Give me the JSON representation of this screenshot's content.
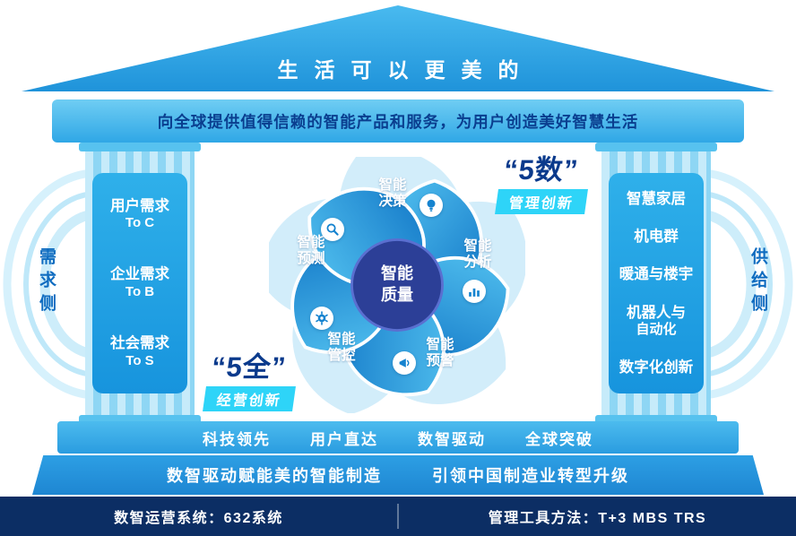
{
  "roof": {
    "title": "生活可以更美的"
  },
  "entablature": {
    "text": "向全球提供值得信赖的智能产品和服务，为用户创造美好智慧生活"
  },
  "demand_side": {
    "label": "需求侧",
    "pillar_items": [
      {
        "line1": "用户需求",
        "line2": "To C"
      },
      {
        "line1": "企业需求",
        "line2": "To B"
      },
      {
        "line1": "社会需求",
        "line2": "To S"
      }
    ]
  },
  "supply_side": {
    "label": "供给侧",
    "pillar_items": [
      {
        "line1": "智慧家居",
        "line2": ""
      },
      {
        "line1": "机电群",
        "line2": ""
      },
      {
        "line1": "暖通与楼宇",
        "line2": ""
      },
      {
        "line1": "机器人与",
        "line2": "自动化"
      },
      {
        "line1": "数字化创新",
        "line2": ""
      }
    ]
  },
  "pinwheel": {
    "center": {
      "line1": "智能",
      "line2": "质量"
    },
    "blades": [
      {
        "line1": "智能",
        "line2": "决策",
        "icon": "bulb-icon"
      },
      {
        "line1": "智能",
        "line2": "分析",
        "icon": "chart-icon"
      },
      {
        "line1": "智能",
        "line2": "预警",
        "icon": "megaphone-icon"
      },
      {
        "line1": "智能",
        "line2": "管控",
        "icon": "gear-icon"
      },
      {
        "line1": "智能",
        "line2": "预测",
        "icon": "magnifier-icon"
      }
    ]
  },
  "badges": {
    "five_shu": {
      "title": "“5数”",
      "subtitle": "管理创新"
    },
    "five_quan": {
      "title": "“5全”",
      "subtitle": "经营创新"
    }
  },
  "stylobate": {
    "items": [
      "科技领先",
      "用户直达",
      "数智驱动",
      "全球突破"
    ]
  },
  "platform": {
    "left": "数智驱动赋能美的智能制造",
    "right": "引领中国制造业转型升级"
  },
  "footer": {
    "left": "数智运营系统：632系统",
    "right": "管理工具方法：T+3 MBS TRS"
  },
  "colors": {
    "roof_blue": "#1f93da",
    "light_blue": "#6fcdf3",
    "panel_blue": "#1794dd",
    "deep_navy_text": "#0a3e8f",
    "center_circle": "#2c3f97",
    "cyan_chip": "#2ed4f8",
    "footer_navy": "#0c2e64"
  }
}
